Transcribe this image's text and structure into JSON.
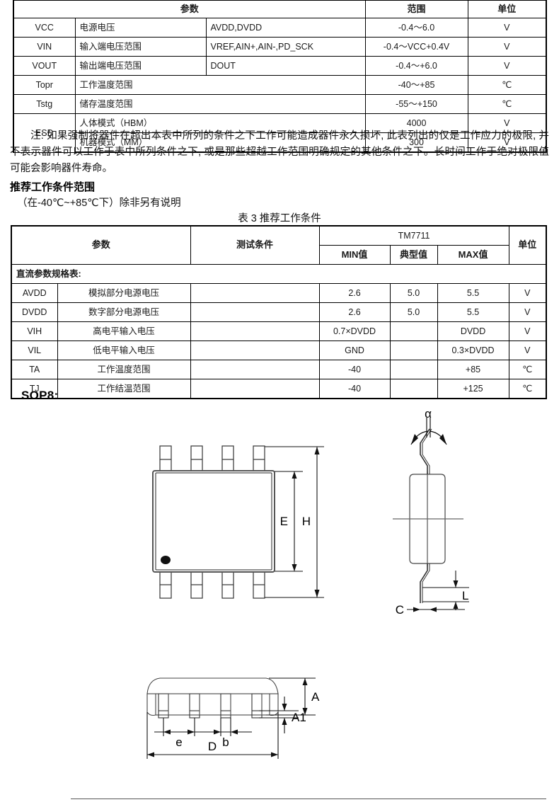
{
  "table1": {
    "headers": [
      "参数",
      "范围",
      "单位"
    ],
    "rows": [
      {
        "symbol": "VCC",
        "desc": "电源电压",
        "cond": "AVDD,DVDD",
        "range": "-0.4～6.0",
        "unit": "V",
        "span": false
      },
      {
        "symbol": "VIN",
        "desc": "输入端电压范围",
        "cond": "VREF,AIN+,AIN-,PD_SCK",
        "range": "-0.4～VCC+0.4V",
        "unit": "V",
        "span": false
      },
      {
        "symbol": "VOUT",
        "desc": "输出端电压范围",
        "cond": "DOUT",
        "range": "-0.4～+6.0",
        "unit": "V",
        "span": false
      },
      {
        "symbol": "Topr",
        "desc": "工作温度范围",
        "cond": "",
        "range": "-40～+85",
        "unit": "℃",
        "span": true
      },
      {
        "symbol": "Tstg",
        "desc": "储存温度范围",
        "cond": "",
        "range": "-55～+150",
        "unit": "℃",
        "span": true
      }
    ],
    "esd": {
      "symbol": "ESD",
      "sub": [
        {
          "desc": "人体模式（HBM）",
          "range": "4000",
          "unit": "V"
        },
        {
          "desc": "机器模式（MM）",
          "range": "300",
          "unit": "V"
        }
      ]
    }
  },
  "note": {
    "line1": "注: 如果强制将器件在超出本表中所列的条件之下工作可能造成器件永久损坏, 此表列出的仅是工作应力的极限, 并不表示器件可以工作于表中所列条件之下, 或是那些超越工作范围明确规定的其他条件之下。长时间工作于绝对极限值可能会影响器件寿命。"
  },
  "section": {
    "heading": "推荐工作条件范围",
    "subheading": "（在-40℃~+85℃下）除非另有说明",
    "table_caption": "表 3  推荐工作条件"
  },
  "table3": {
    "headers": {
      "param": "参数",
      "condition": "测试条件",
      "part": "TM7711",
      "min": "MIN值",
      "typ": "典型值",
      "max": "MAX值",
      "unit": "单位"
    },
    "group_label": "直流参数规格表:",
    "rows": [
      {
        "symbol": "AVDD",
        "desc": "模拟部分电源电压",
        "cond": "",
        "min": "2.6",
        "typ": "5.0",
        "max": "5.5",
        "unit": "V"
      },
      {
        "symbol": "DVDD",
        "desc": "数字部分电源电压",
        "cond": "",
        "min": "2.6",
        "typ": "5.0",
        "max": "5.5",
        "unit": "V"
      },
      {
        "symbol": "VIH",
        "desc": "高电平输入电压",
        "cond": "",
        "min": "0.7×DVDD",
        "typ": "",
        "max": "DVDD",
        "unit": "V"
      },
      {
        "symbol": "VIL",
        "desc": "低电平输入电压",
        "cond": "",
        "min": "GND",
        "typ": "",
        "max": "0.3×DVDD",
        "unit": "V"
      },
      {
        "symbol": "TA",
        "desc": "工作温度范围",
        "cond": "",
        "min": "-40",
        "typ": "",
        "max": "+85",
        "unit": "℃"
      },
      {
        "symbol": "TJ",
        "desc": "工作结温范围",
        "cond": "",
        "min": "-40",
        "typ": "",
        "max": "+125",
        "unit": "℃"
      }
    ]
  },
  "package": {
    "title": "SOP8:",
    "top_view": {
      "dims": {
        "E": "E",
        "H": "H"
      }
    },
    "side_view": {
      "dims": {
        "alpha": "α",
        "L": "L",
        "C": "C"
      }
    },
    "front_view": {
      "dims": {
        "A": "A",
        "A1": "A1",
        "e": "e",
        "D": "D",
        "b": "b"
      }
    }
  }
}
